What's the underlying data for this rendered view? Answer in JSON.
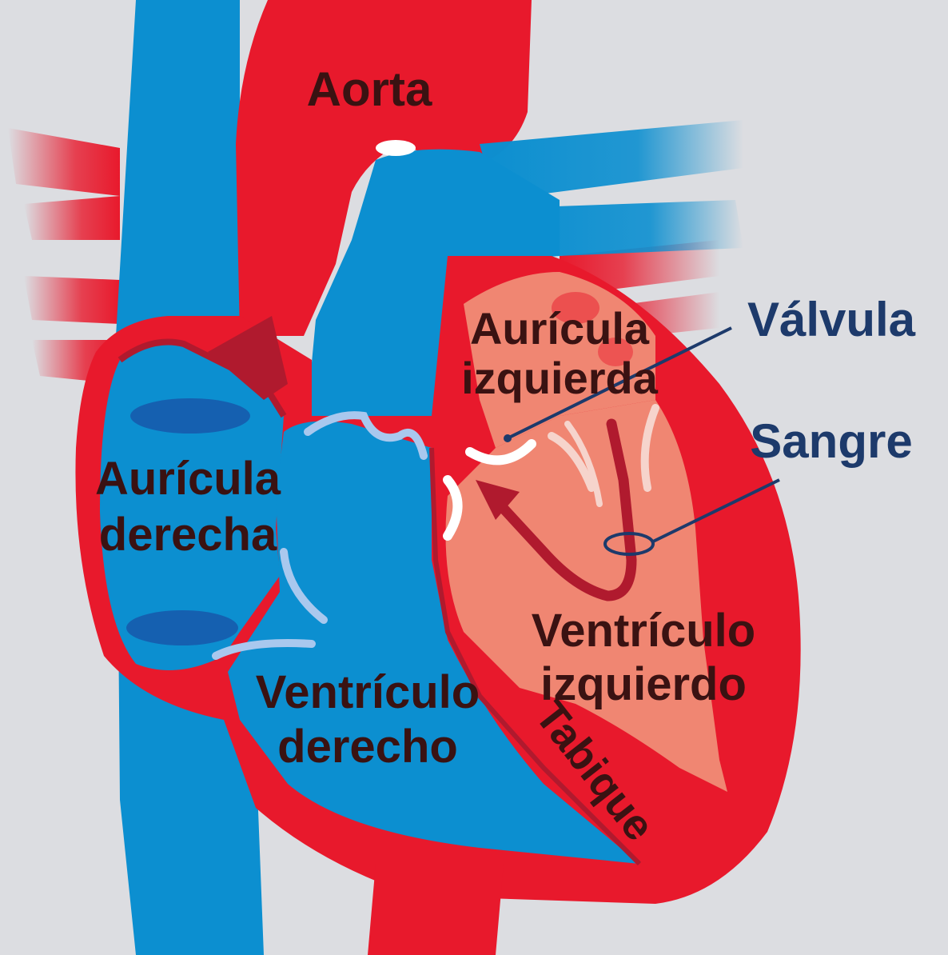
{
  "diagram": {
    "labels": {
      "aorta": "Aorta",
      "auricula_izquierda": [
        "Aurícula",
        "izquierda"
      ],
      "auricula_derecha": [
        "Aurícula",
        "derecha"
      ],
      "ventriculo_izquierdo": [
        "Ventrículo",
        "izquierdo"
      ],
      "ventriculo_derecho": [
        "Ventrículo",
        "derecho"
      ],
      "tabique": "Tabique",
      "valvula": "Válvula",
      "sangre": "Sangre"
    },
    "colors": {
      "background": "#dcdde1",
      "oxygenated_red": "#e8192c",
      "deoxygenated_blue": "#0c8fd0",
      "dark_red": "#b01a2e",
      "chamber_salmon": "#f08672",
      "label_dark": "#3a1212",
      "label_navy": "#1d3a6b"
    }
  }
}
